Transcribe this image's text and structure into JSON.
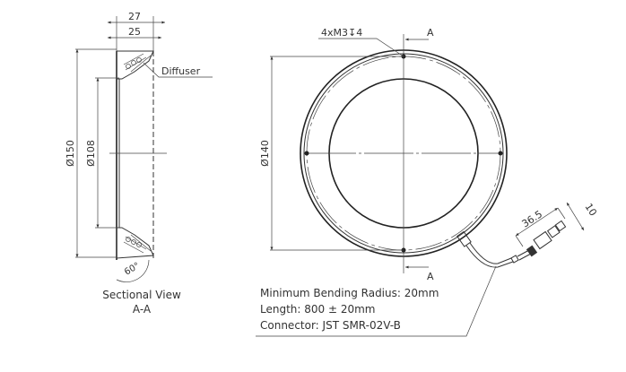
{
  "section_view": {
    "dim_width_outer": "27",
    "dim_width_inner": "25",
    "dim_outer_diameter": "Ø150",
    "dim_inner_diameter": "Ø108",
    "callout_diffuser": "Diffuser",
    "angle": "60°",
    "title_line1": "Sectional View",
    "title_line2": "A-A"
  },
  "front_view": {
    "hole_callout": "4xM3↧4",
    "section_marker_top": "A",
    "section_marker_bottom": "A",
    "dim_bolt_circle": "Ø140",
    "dim_connector_length": "36.5",
    "dim_connector_width": "10"
  },
  "notes": {
    "line1": "Minimum Bending Radius: 20mm",
    "line2": "Length: 800 ± 20mm",
    "line3": "Connector: JST SMR-02V-B"
  }
}
